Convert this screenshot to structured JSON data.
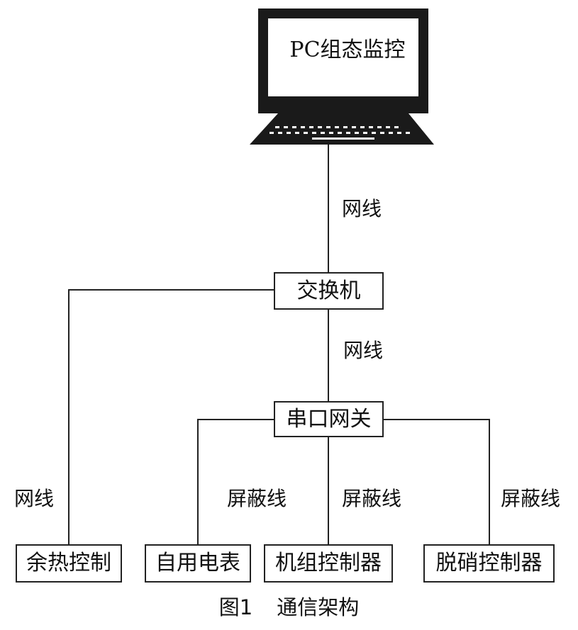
{
  "monitor": {
    "label": "PC组态监控"
  },
  "nodes": {
    "switch": "交换机",
    "gateway": "串口网关",
    "waste_heat": "余热控制",
    "meter": "自用电表",
    "unit_controller": "机组控制器",
    "denitration_controller": "脱硝控制器"
  },
  "edge_labels": {
    "pc_to_switch": "网线",
    "switch_to_gateway": "网线",
    "switch_to_waste_heat": "网线",
    "gateway_to_meter": "屏蔽线",
    "gateway_to_unit": "屏蔽线",
    "gateway_to_denitration": "屏蔽线"
  },
  "caption": {
    "figure_no": "图1",
    "title": "通信架构"
  }
}
